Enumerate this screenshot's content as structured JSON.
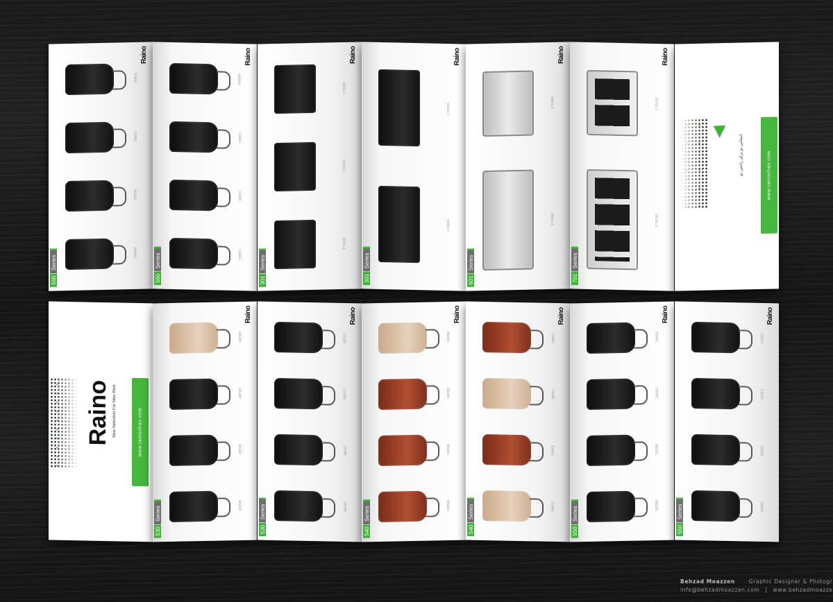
{
  "brand": {
    "name": "Raino",
    "tagline": "New Selection For New Rest",
    "website": "www.rainochair.com",
    "accent_color": "#3fb23a",
    "persian_tagline": "انتخابی نو برای راحتی نو"
  },
  "top_strip": {
    "panels": [
      {
        "series": "560",
        "series_word": "Series",
        "products": [
          {
            "code": "E560C",
            "style": "black"
          },
          {
            "code": "E560C",
            "style": "black"
          },
          {
            "code": "M560C",
            "style": "black"
          },
          {
            "code": "M560C",
            "style": "black"
          }
        ]
      },
      {
        "series": "560",
        "series_word": "Series",
        "products": [
          {
            "code": "M560S",
            "style": "black"
          },
          {
            "code": "C560C",
            "style": "black"
          },
          {
            "code": "C560C",
            "style": "black"
          },
          {
            "code": "C560C",
            "style": "black"
          }
        ]
      },
      {
        "series": "301",
        "series_word": "Series",
        "products": [
          {
            "code": "W301-1",
            "style": "sofa"
          },
          {
            "code": "W301-1",
            "style": "sofa"
          },
          {
            "code": "W301-1",
            "style": "sofa"
          }
        ]
      },
      {
        "series": "301",
        "series_word": "Series",
        "products": [
          {
            "code": "W301-2",
            "style": "sofa"
          },
          {
            "code": "W301-2",
            "style": "sofa"
          }
        ]
      },
      {
        "series": "601",
        "series_word": "Series",
        "products": [
          {
            "code": "W601-2",
            "style": "bench"
          },
          {
            "code": "W601-3",
            "style": "bench"
          }
        ]
      },
      {
        "series": "701",
        "series_word": "Series",
        "products": [
          {
            "code": "W701-2",
            "style": "bench-dark"
          },
          {
            "code": "W701-3",
            "style": "bench-dark"
          }
        ]
      }
    ],
    "cover_website": "www.rainochair.com"
  },
  "bottom_strip": {
    "cover_website": "www.rainochair.com",
    "panels": [
      {
        "series": "530",
        "series_word": "Series",
        "products": [
          {
            "code": "M530F",
            "style": "tan"
          },
          {
            "code": "M530F",
            "style": "black"
          },
          {
            "code": "M530F",
            "style": "black"
          },
          {
            "code": "M530F",
            "style": "black"
          }
        ]
      },
      {
        "series": "530",
        "series_word": "Series",
        "products": [
          {
            "code": "C530F",
            "style": "black"
          },
          {
            "code": "C530F",
            "style": "black"
          },
          {
            "code": "E530F",
            "style": "black"
          },
          {
            "code": "E530F",
            "style": "black"
          }
        ]
      },
      {
        "series": "540",
        "series_word": "Series",
        "products": [
          {
            "code": "M540C",
            "style": "tan"
          },
          {
            "code": "M540C",
            "style": "brown"
          },
          {
            "code": "M540C",
            "style": "brown"
          },
          {
            "code": "M540C",
            "style": "brown"
          }
        ]
      },
      {
        "series": "540",
        "series_word": "Series",
        "products": [
          {
            "code": "C540C",
            "style": "brown"
          },
          {
            "code": "C540C",
            "style": "tan"
          },
          {
            "code": "E540C",
            "style": "brown"
          },
          {
            "code": "E540C",
            "style": "tan"
          }
        ]
      },
      {
        "series": "550",
        "series_word": "Series",
        "products": [
          {
            "code": "E550C",
            "style": "black"
          },
          {
            "code": "E550C",
            "style": "black"
          },
          {
            "code": "M550C",
            "style": "black"
          },
          {
            "code": "M550C",
            "style": "black"
          }
        ]
      },
      {
        "series": "550",
        "series_word": "Series",
        "products": [
          {
            "code": "C550C",
            "style": "black"
          },
          {
            "code": "C550C",
            "style": "black"
          },
          {
            "code": "C550C",
            "style": "black"
          },
          {
            "code": "C550C",
            "style": "black"
          }
        ]
      }
    ]
  },
  "credit": {
    "name": "Behzad Moazzen",
    "title": "Graphic Designer & Photographer",
    "email": "info@behzadmoazzen.com",
    "separator": "|",
    "website": "www.behzadmoazzen.com"
  }
}
